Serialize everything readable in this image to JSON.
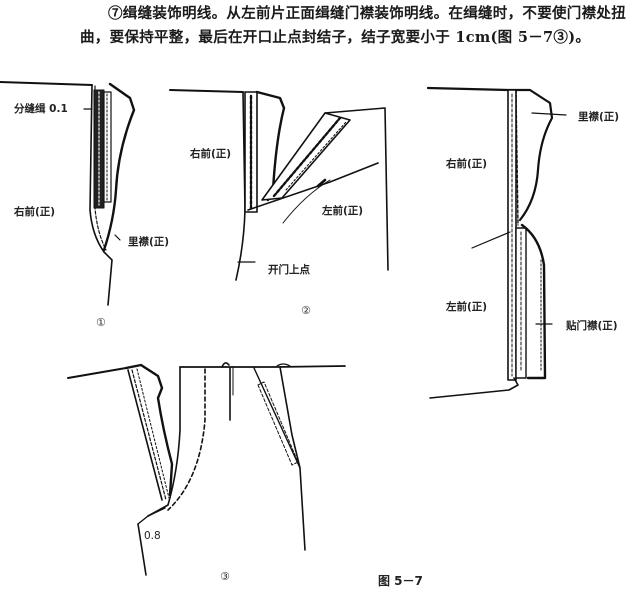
{
  "instruction": {
    "text": "⑦缉缝装饰明线。从左前片正面缉缝门襟装饰明线。在缉缝时，不要使门襟处扭曲，要保持平整，最后在开口止点封结子，结子宽要小于 1cm(图 5－7③)。"
  },
  "figure": {
    "caption": "图 5－7",
    "panel1": {
      "number": "①",
      "labels": {
        "seam_stitch": "分缝缉 0.1",
        "right_front": "右前(正)",
        "inner_placket": "里襟(正)"
      }
    },
    "panel2": {
      "number": "②",
      "labels": {
        "right_front": "右前(正)",
        "left_front": "左前(正)",
        "opening_point": "开门上点"
      }
    },
    "panel3": {
      "number": "③",
      "labels": {
        "measurement": "0.8"
      }
    },
    "panel4": {
      "labels": {
        "inner_placket": "里襟(正)",
        "right_front": "右前(正)",
        "left_front": "左前(正)",
        "fly_placket": "贴门襟(正)"
      }
    }
  }
}
